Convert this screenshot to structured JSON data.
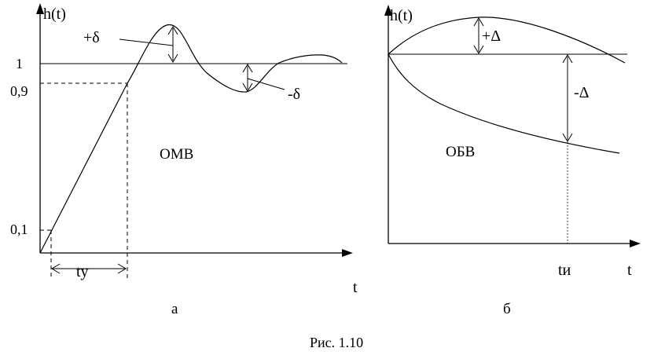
{
  "figure": {
    "caption": "Рис. 1.10",
    "panel_a": {
      "sublabel": "а",
      "y_axis_label": "h(t)",
      "x_axis_label": "t",
      "tick_1": "1",
      "tick_09": "0,9",
      "tick_01": "0,1",
      "overshoot_label": "+δ",
      "undershoot_label": "-δ",
      "interval_label": "tу",
      "region_label": "ОМВ"
    },
    "panel_b": {
      "sublabel": "б",
      "y_axis_label": "h(t)",
      "x_axis_label": "t",
      "plus_label": "+Δ",
      "minus_label": "-Δ",
      "time_label": "tи",
      "region_label": "ОБВ"
    }
  }
}
